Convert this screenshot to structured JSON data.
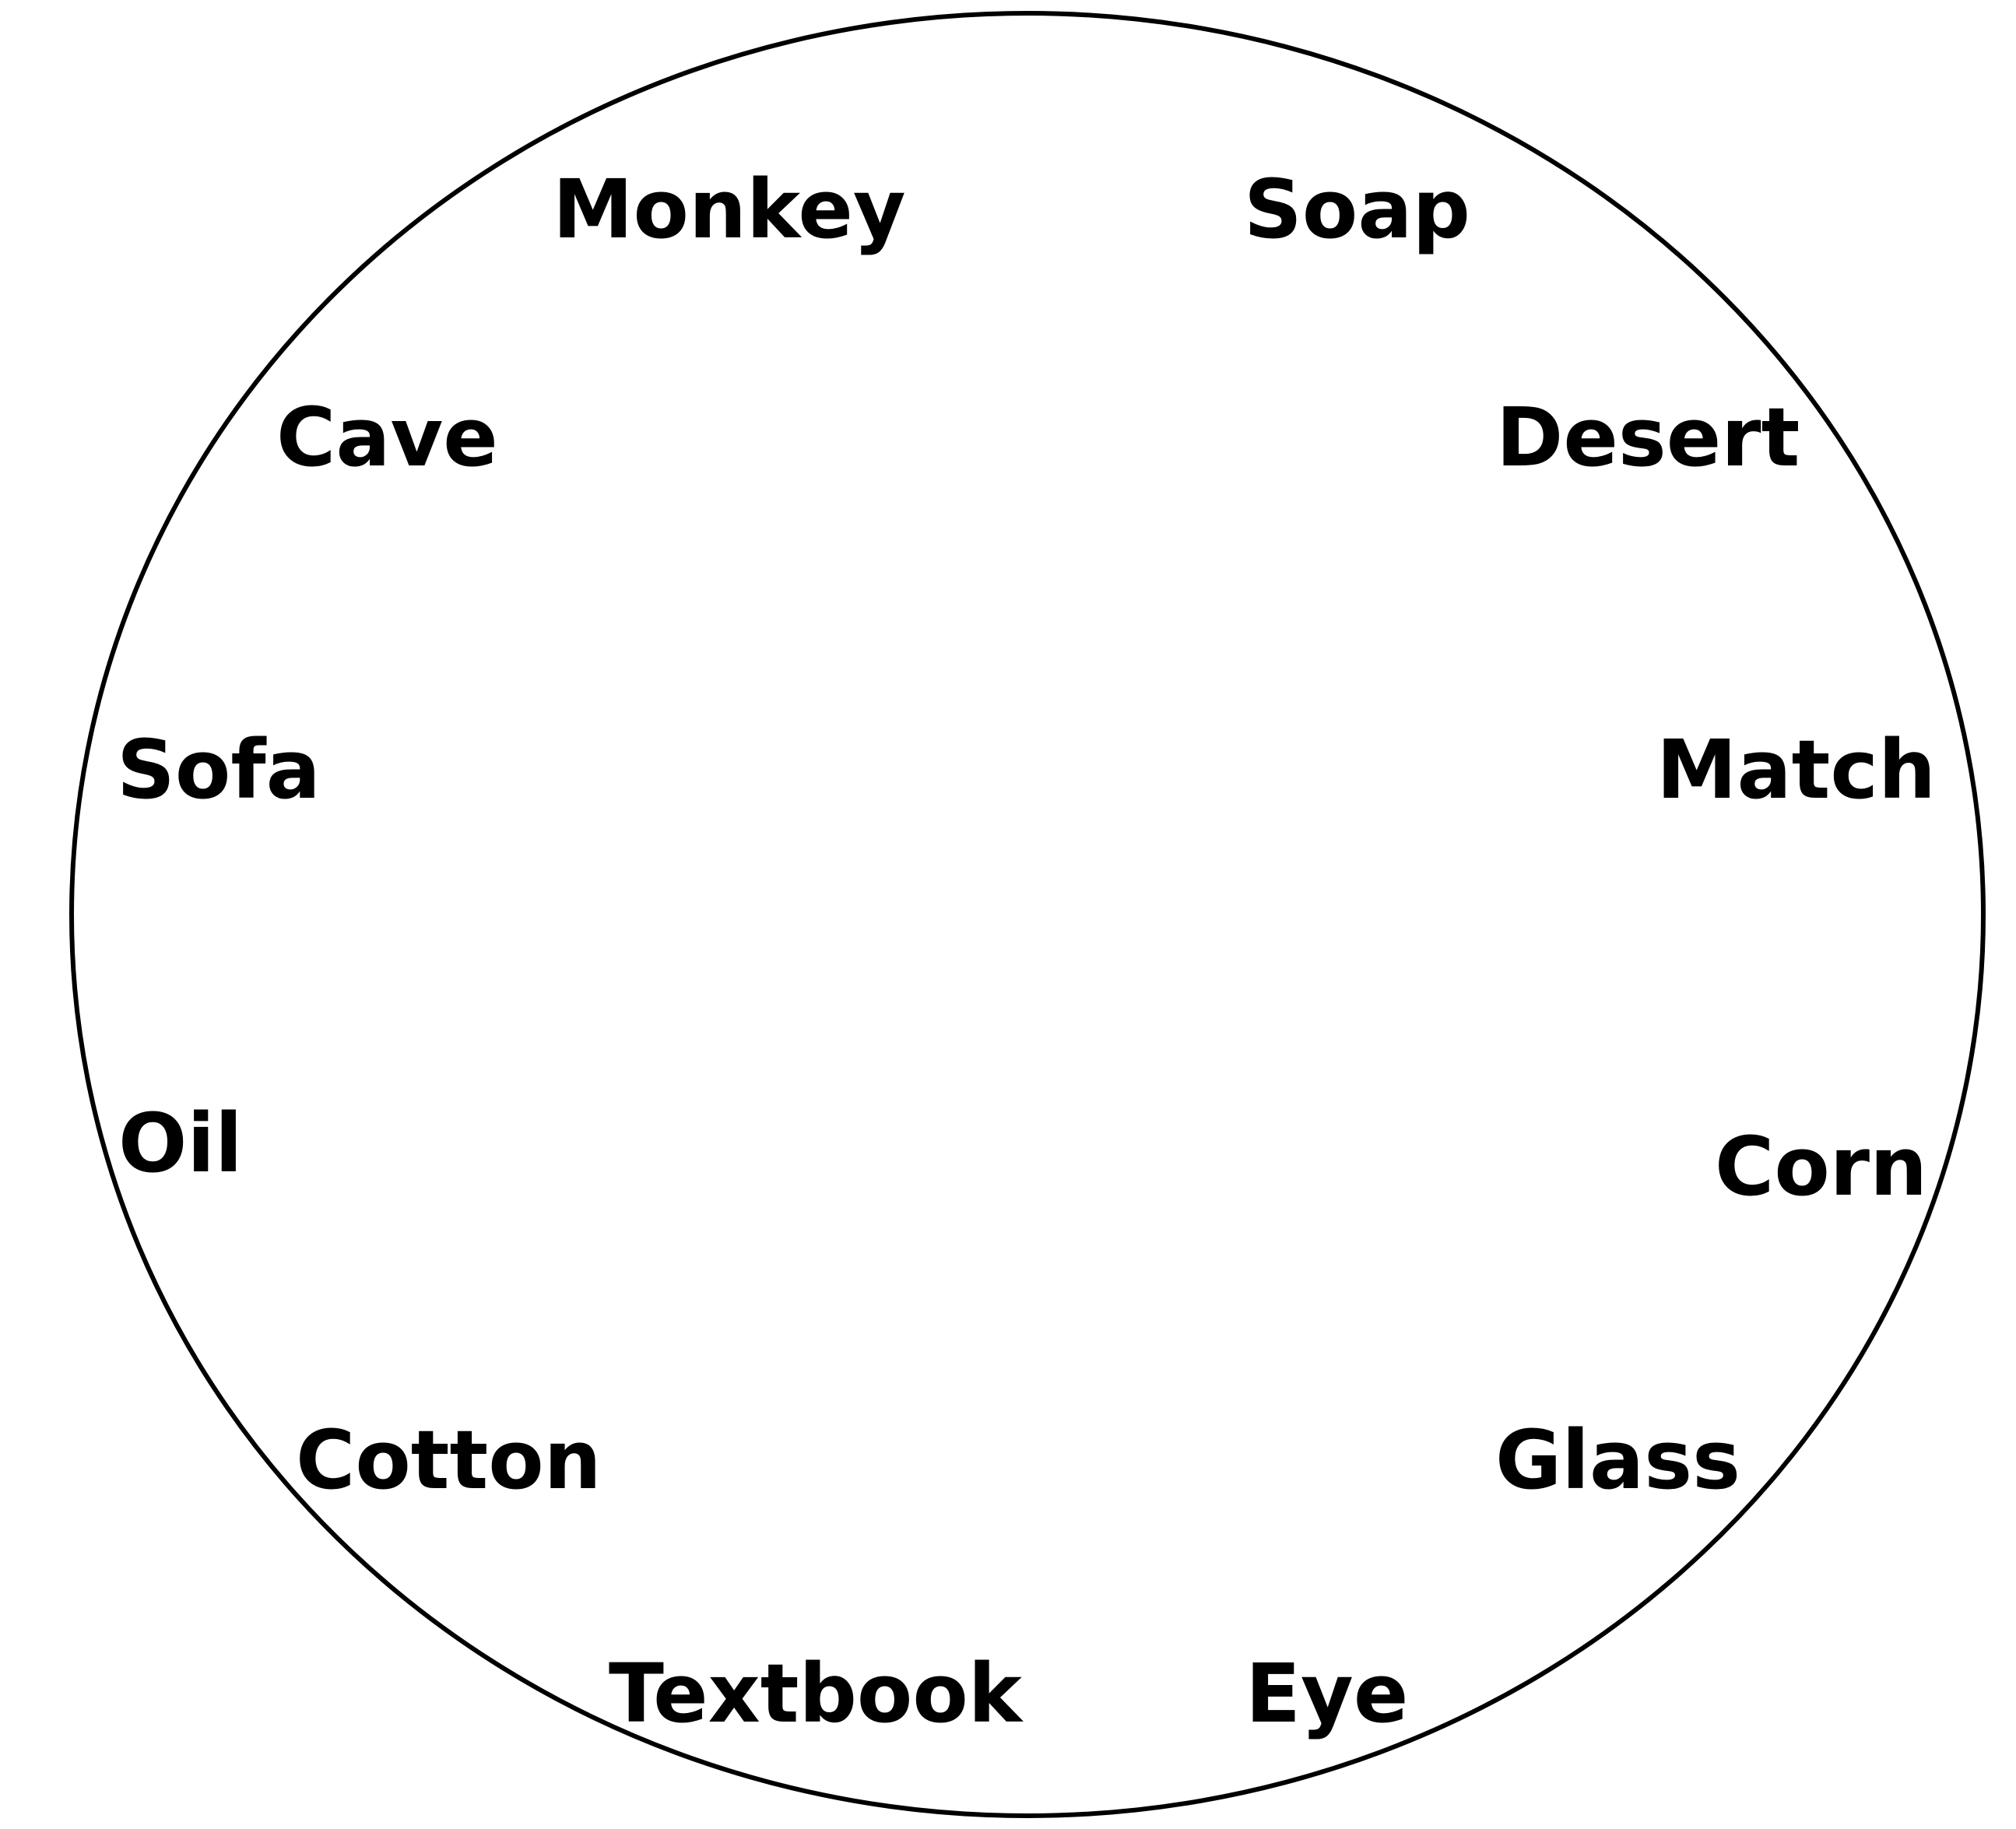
{
  "diagram": {
    "shape": "circle",
    "stroke_color": "#000000",
    "background": "#ffffff",
    "text_color": "#000000",
    "words": [
      "Monkey",
      "Soap",
      "Cave",
      "Desert",
      "Sofa",
      "Match",
      "Oil",
      "Corn",
      "Cotton",
      "Glass",
      "Textbook",
      "Eye"
    ]
  }
}
